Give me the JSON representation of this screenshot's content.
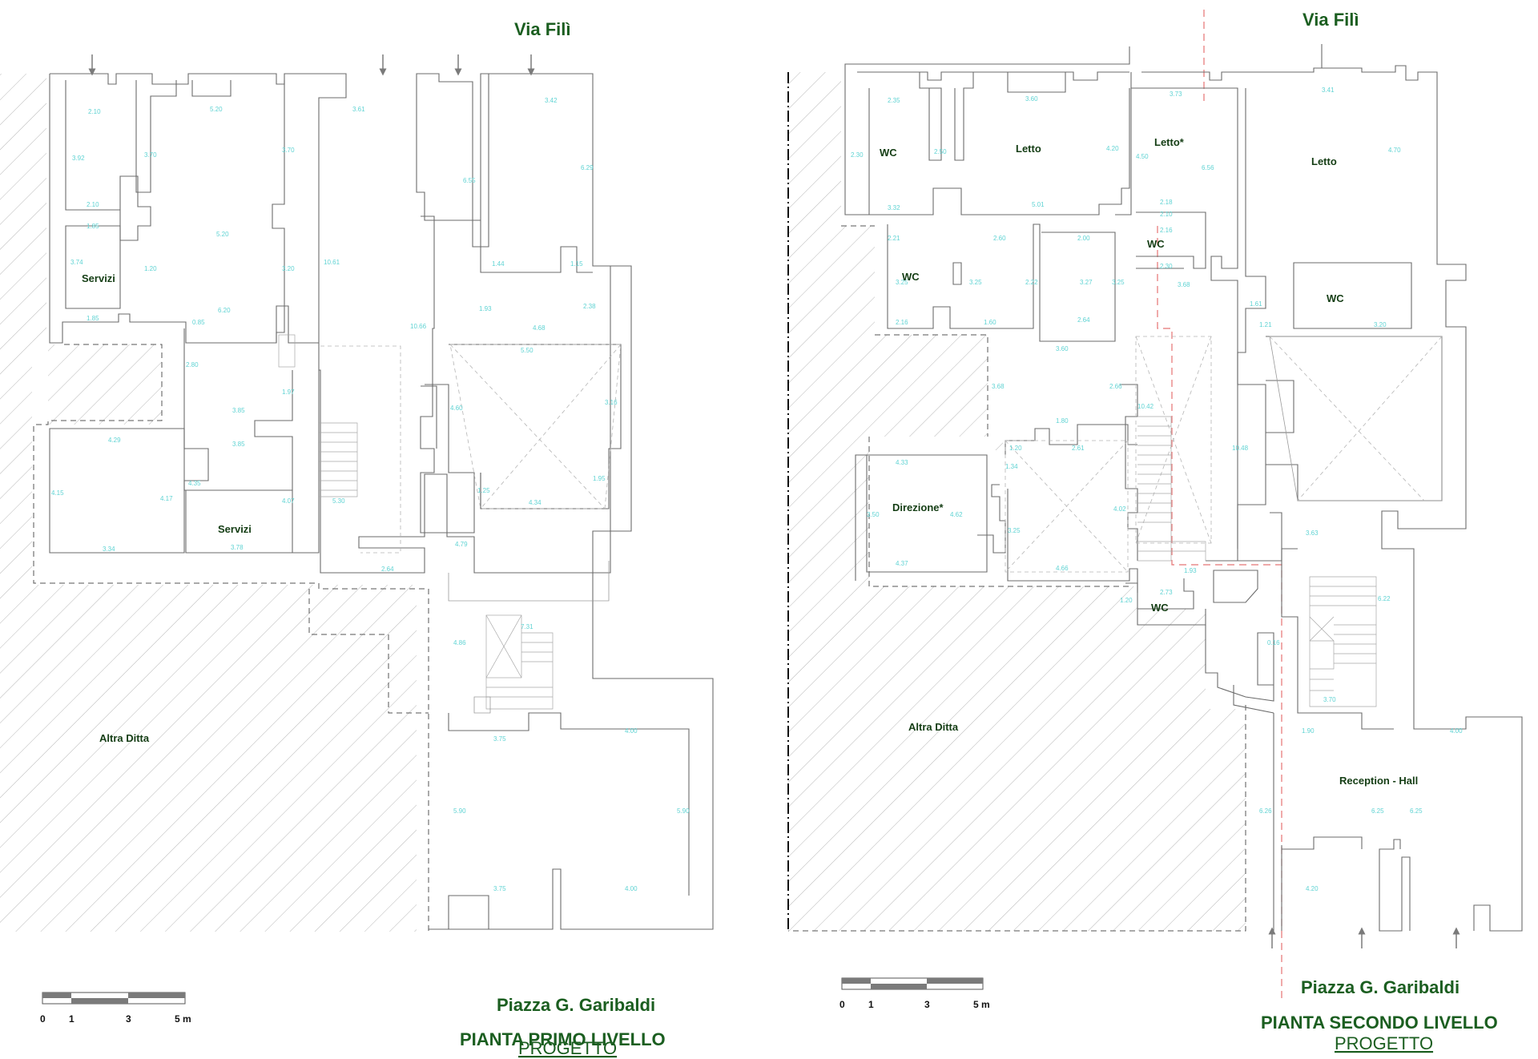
{
  "left_plan": {
    "street_top": "Via Filì",
    "street_bottom": "Piazza G. Garibaldi",
    "title": "PIANTA PRIMO LIVELLO",
    "subtitle": "PROGETTO",
    "rooms": {
      "servizi_1": "Servizi",
      "servizi_2": "Servizi",
      "altra_ditta": "Altra Ditta"
    },
    "scale": {
      "t0": "0",
      "t1": "1",
      "t3": "3",
      "t5": "5 m"
    },
    "dims": [
      "2.10",
      "5.20",
      "3.61",
      "3.42",
      "3.92",
      "3.70",
      "3.70",
      "6.55",
      "6.29",
      "2.10",
      "1.85",
      "5.20",
      "3.74",
      "1.20",
      "3.20",
      "10.61",
      "1.44",
      "1.15",
      "1.85",
      "6.20",
      "0.85",
      "1.93",
      "4.68",
      "2.38",
      "10.66",
      "5.50",
      "2.80",
      "1.97",
      "4.60",
      "3.16",
      "3.85",
      "3.85",
      "4.29",
      "4.15",
      "4.17",
      "4.35",
      "4.07",
      "1.25",
      "4.34",
      "1.95",
      "5.30",
      "3.34",
      "3.78",
      "4.79",
      "2.64",
      "4.86",
      "7.31",
      "3.75",
      "4.00",
      "5.90",
      "5.90",
      "3.75",
      "4.00"
    ]
  },
  "right_plan": {
    "street_top": "Via Filì",
    "street_bottom": "Piazza G. Garibaldi",
    "title": "PIANTA SECONDO LIVELLO",
    "subtitle": "PROGETTO",
    "rooms": {
      "wc_1": "WC",
      "letto_1": "Letto",
      "letto_2": "Letto*",
      "letto_3": "Letto",
      "wc_2": "WC",
      "wc_3": "WC",
      "wc_4": "WC",
      "direzione": "Direzione*",
      "wc_5": "WC",
      "altra_ditta": "Altra Ditta",
      "reception": "Reception - Hall"
    },
    "scale": {
      "t0": "0",
      "t1": "1",
      "t3": "3",
      "t5": "5 m"
    },
    "dims": [
      "2.35",
      "3.60",
      "3.73",
      "3.41",
      "2.30",
      "2.50",
      "4.20",
      "4.50",
      "6.56",
      "4.70",
      "3.32",
      "5.01",
      "2.18",
      "2.21",
      "2.60",
      "2.00",
      "2.10",
      "2.16",
      "3.25",
      "3.25",
      "2.22",
      "3.27",
      "3.25",
      "2.30",
      "3.68",
      "2.16",
      "1.60",
      "2.64",
      "3.60",
      "1.61",
      "1.21",
      "3.20",
      "3.68",
      "2.66",
      "10.42",
      "1.80",
      "2.61",
      "4.33",
      "1.34",
      "1.20",
      "10.48",
      "3.50",
      "4.62",
      "3.25",
      "4.02",
      "3.63",
      "4.37",
      "4.66",
      "1.93",
      "2.73",
      "6.22",
      "1.20",
      "0.16",
      "3.70",
      "1.90",
      "4.00",
      "6.26",
      "6.25",
      "6.25",
      "4.20"
    ]
  },
  "colors": {
    "street_label": "#1b5e20",
    "room_label": "#143d14",
    "dimension": "#5fd3d3",
    "wall": "#6b6b6b",
    "axis_dash": "#e57373"
  }
}
